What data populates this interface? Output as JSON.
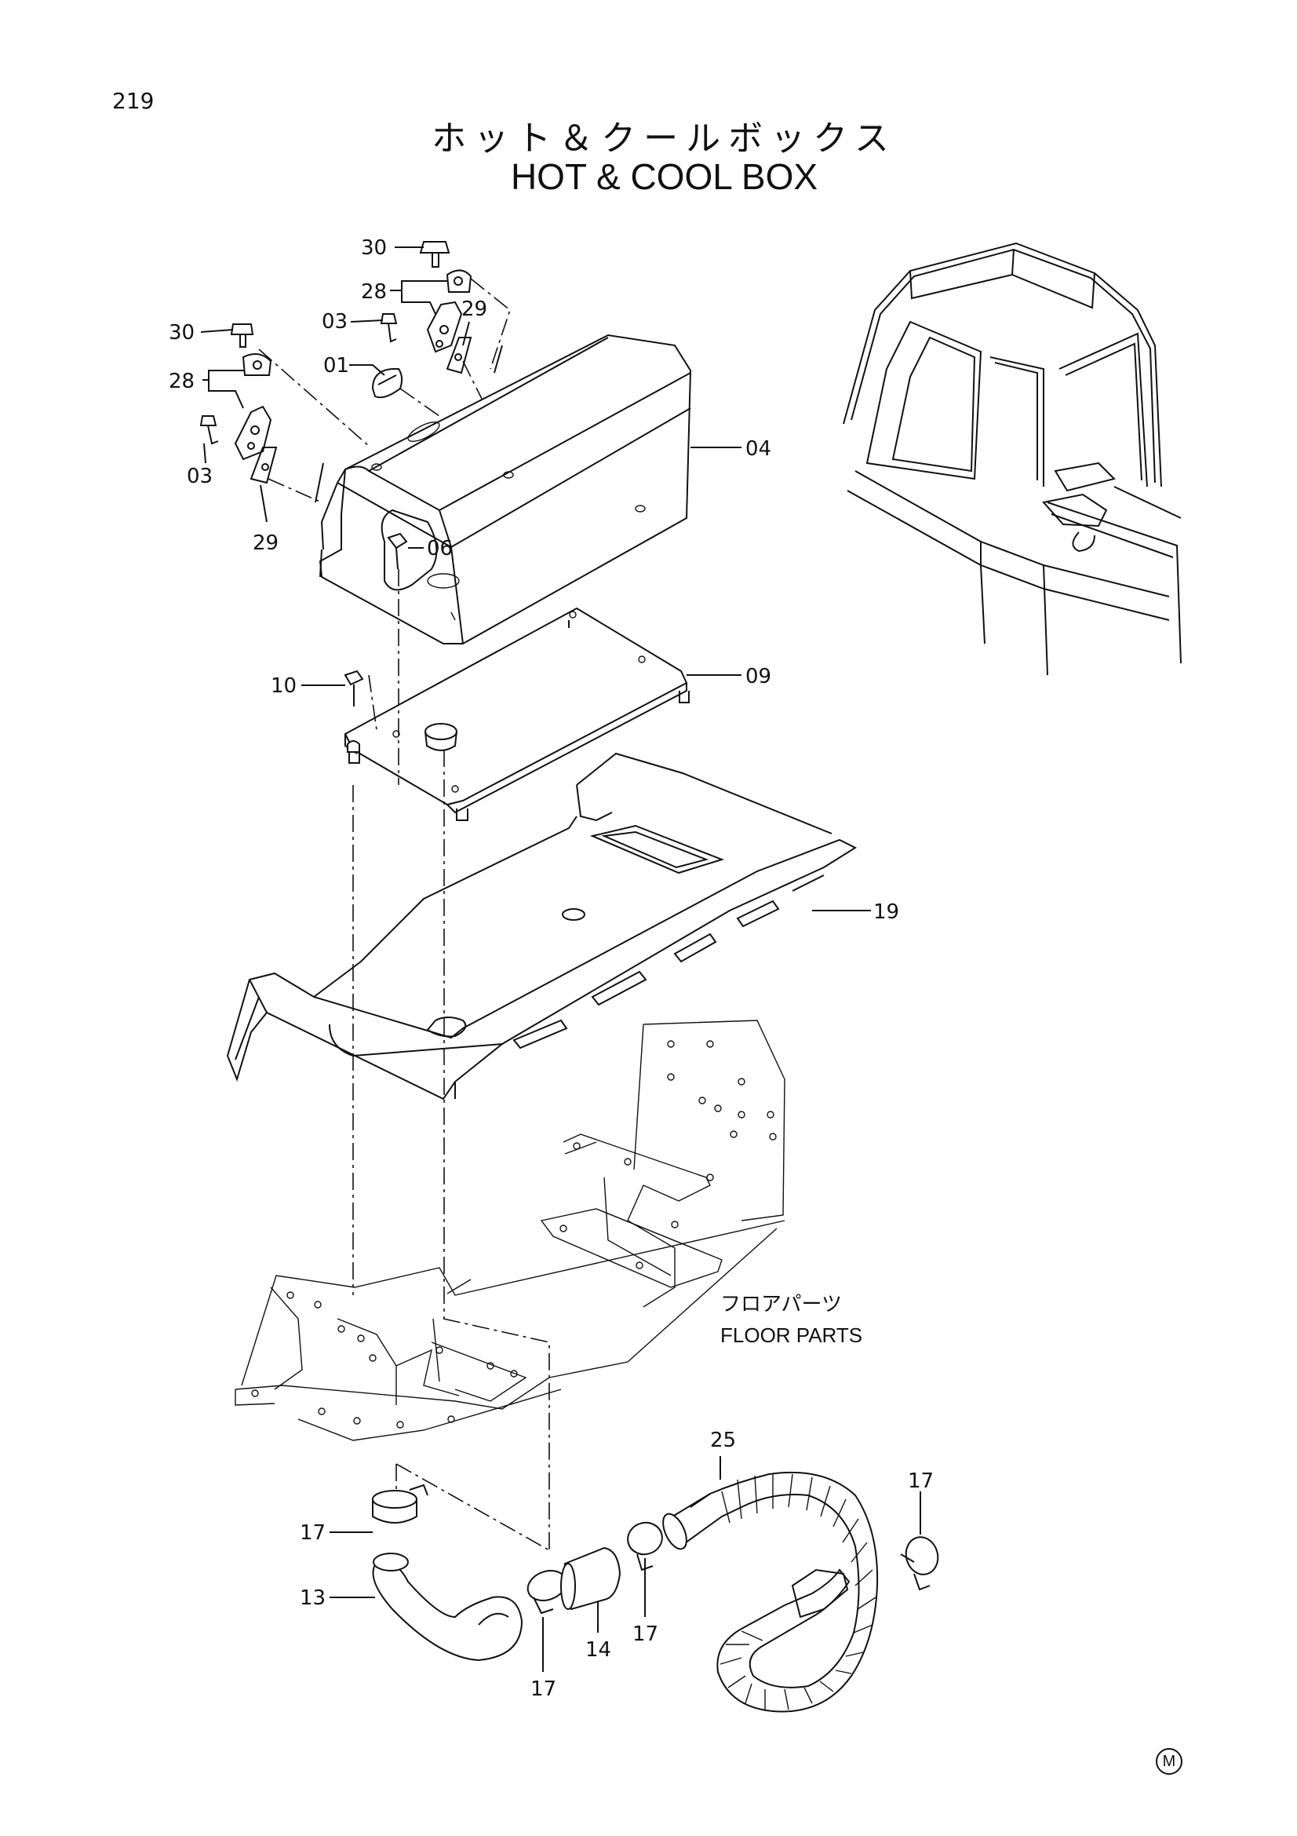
{
  "page_number": "219",
  "title_jp": "ホット＆クールボックス",
  "title_en": "HOT & COOL  BOX",
  "callouts": {
    "c30a": "30",
    "c28a": "28",
    "c03a": "03",
    "c29a": "29",
    "c01": "01",
    "c30b": "30",
    "c28b": "28",
    "c03b": "03",
    "c29b": "29",
    "c04": "04",
    "c06": "06",
    "c10": "10",
    "c09": "09",
    "c19": "19",
    "c25": "25",
    "c17a": "17",
    "c17b": "17",
    "c13": "13",
    "c17c": "17",
    "c14": "14",
    "c17d": "17"
  },
  "floor_parts_jp": "フロアパーツ",
  "floor_parts_en": "FLOOR  PARTS",
  "corner_mark": "M"
}
